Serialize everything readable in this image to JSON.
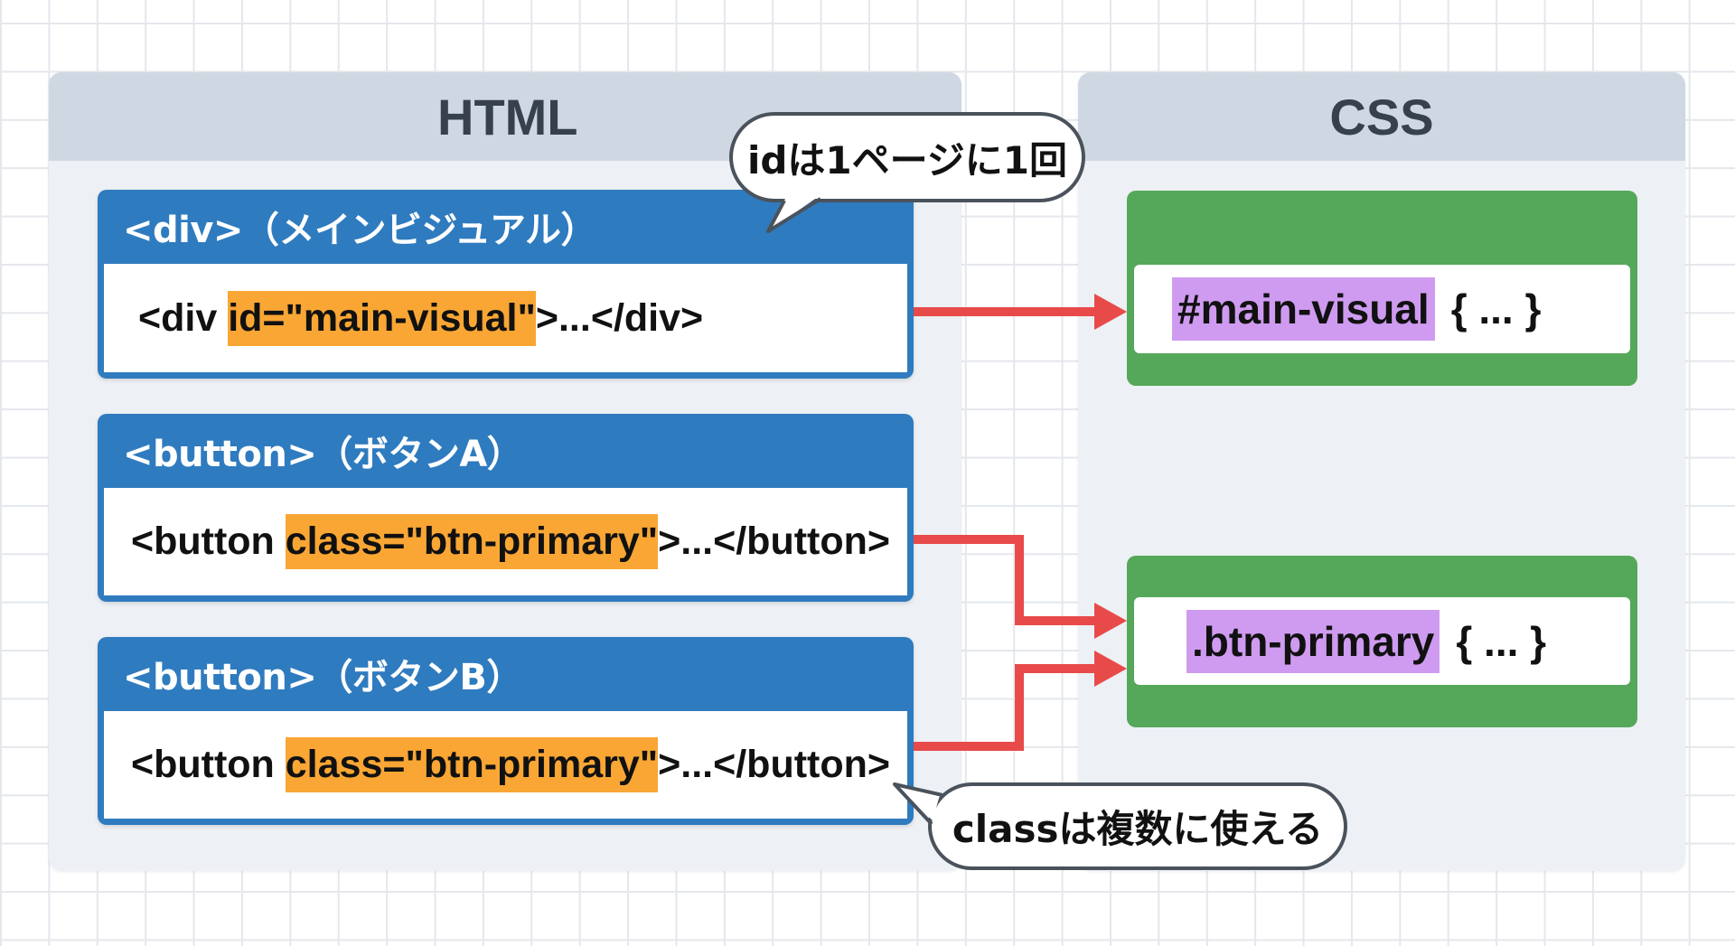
{
  "colors": {
    "element_card": "#2f7bbf",
    "rule_box": "#55a85a",
    "arrow": "#e84a4a",
    "attr_highlight": "#f9a634",
    "selector_highlight": "#cf9bf0",
    "panel_header": "#cfd8e2"
  },
  "html_panel": {
    "title": "HTML",
    "cards": [
      {
        "title": "<div>（メインビジュアル）",
        "code_before": "<div ",
        "code_attr": "id=\"main-visual\"",
        "code_after": ">...</div>"
      },
      {
        "title": "<button>（ボタンA）",
        "code_before": "<button ",
        "code_attr": "class=\"btn-primary\"",
        "code_after": ">...</button>"
      },
      {
        "title": "<button>（ボタンB）",
        "code_before": "<button ",
        "code_attr": "class=\"btn-primary\"",
        "code_after": ">...</button>"
      }
    ]
  },
  "css_panel": {
    "title": "CSS",
    "rules": [
      {
        "selector": "#main-visual",
        "body": "{ ... }"
      },
      {
        "selector": ".btn-primary",
        "body": "{ ... }"
      }
    ]
  },
  "callouts": {
    "id_note": "idは1ページに1回",
    "class_note": "classは複数に使える"
  },
  "connections": [
    {
      "from": "html_panel.cards.0",
      "to": "css_panel.rules.0"
    },
    {
      "from": "html_panel.cards.1",
      "to": "css_panel.rules.1"
    },
    {
      "from": "html_panel.cards.2",
      "to": "css_panel.rules.1"
    }
  ]
}
